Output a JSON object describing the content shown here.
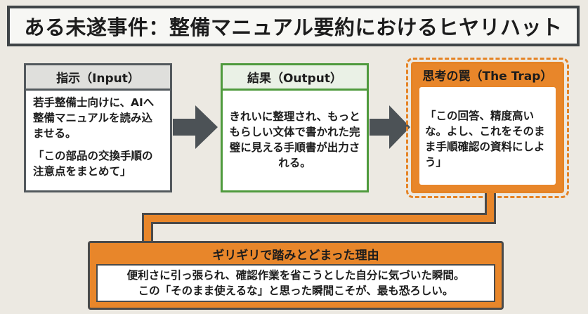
{
  "title": "ある未遂事件：整備マニュアル要約におけるヒヤリハット",
  "input_box": {
    "heading": "指示（Input）",
    "para1": "若手整備士向けに、AIへ整備マニュアルを読み込ませる。",
    "para2": "「この部品の交換手順の注意点をまとめて」"
  },
  "output_box": {
    "heading": "結果（Output）",
    "body": "きれいに整理され、もっともらしい文体で書かれた完璧に見える手順書が出力される。"
  },
  "trap_box": {
    "heading": "思考の罠（The Trap）",
    "body": "「この回答、精度高いな。よし、これをそのまま手順確認の資料にしよう」"
  },
  "reason_box": {
    "heading": "ギリギリで踏みとどまった理由",
    "line1": "便利さに引っ張られ、確認作業を省こうとした自分に気づいた瞬間。",
    "line2": "この「そのまま使えるな」と思った瞬間こそが、最も恐ろしい。"
  },
  "colors": {
    "background": "#ece9e2",
    "accent_orange": "#e8862a",
    "output_green": "#4f9a3d",
    "dark_gray": "#53595d"
  }
}
